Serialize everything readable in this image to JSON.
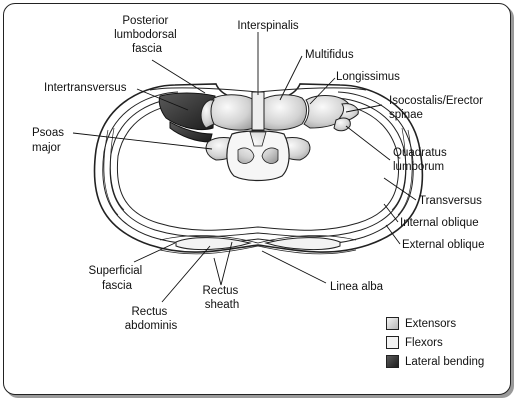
{
  "labels": {
    "posterior_lumbodorsal_fascia": [
      "Posterior",
      "lumbodorsal",
      "fascia"
    ],
    "interspinalis": "Interspinalis",
    "multifidus": "Multifidus",
    "longissimus": "Longissimus",
    "iliocostalis_erector_spinae": [
      "Isocostalis/Erector",
      "spinae"
    ],
    "intertransversus": "Intertransversus",
    "psoas_major": [
      "Psoas",
      "major"
    ],
    "quadratus_lumborum": [
      "Quadratus",
      "lumborum"
    ],
    "transversus": "Transversus",
    "internal_oblique": "Internal oblique",
    "external_oblique": "External oblique",
    "superficial_fascia": [
      "Superficial",
      "fascia"
    ],
    "rectus_abdominis": [
      "Rectus",
      "abdominis"
    ],
    "rectus_sheath": [
      "Rectus",
      "sheath"
    ],
    "linea_alba": "Linea alba"
  },
  "legend": [
    {
      "label": "Extensors",
      "category": "extensor"
    },
    {
      "label": "Flexors",
      "category": "flexor"
    },
    {
      "label": "Lateral bending",
      "category": "lateral-bending"
    }
  ],
  "colors": {
    "extensor_light": "#f4f4f4",
    "extensor_dark": "#a8a8a8",
    "flexor": "#f3f3f3",
    "lateral_bending": "#2a2a2a",
    "outline": "#222222"
  }
}
